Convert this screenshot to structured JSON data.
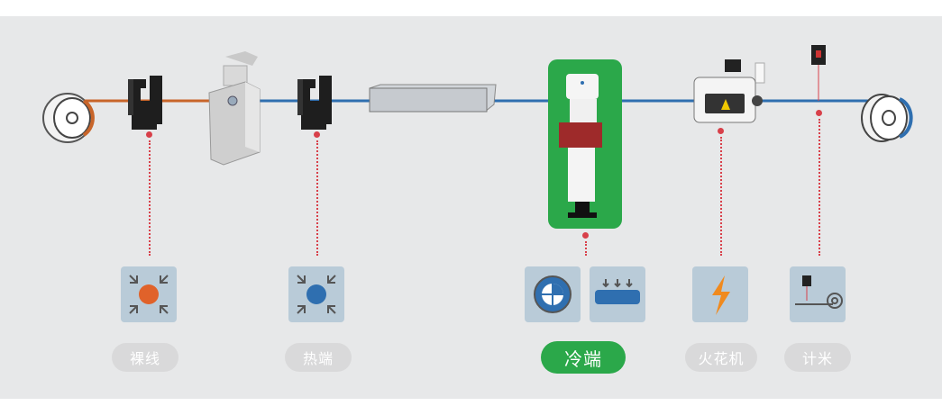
{
  "stations": [
    {
      "id": "bare-wire",
      "label": "裸线"
    },
    {
      "id": "hot-end",
      "label": "热端"
    },
    {
      "id": "cold-end",
      "label": "冷端"
    },
    {
      "id": "spark-tester",
      "label": "火花机"
    },
    {
      "id": "meter-counter",
      "label": "计米"
    }
  ],
  "colors": {
    "wire_bare": "#c8652a",
    "wire_coated": "#2f6fb0",
    "highlight_green": "#2ba84a",
    "probe_red": "#d8404a",
    "icon_tile": "#b9cbd8",
    "pill_gray": "#d9d9da"
  },
  "icons": [
    "compress-orange-icon",
    "compress-blue-icon",
    "cross-section-icon",
    "cooling-wire-icon",
    "lightning-icon",
    "meter-roll-icon"
  ]
}
